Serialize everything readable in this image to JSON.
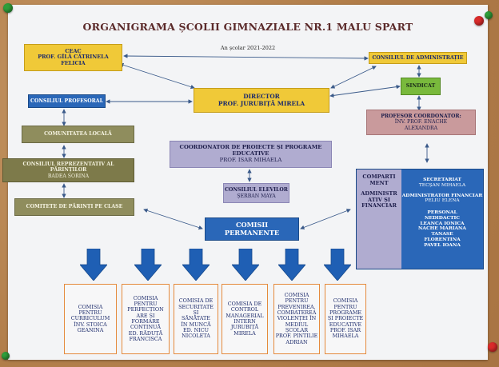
{
  "title": "ORGANIGRAMA ȘCOLII GIMNAZIALE NR.1 MALU SPART",
  "school_year": "An școlar 2021-2022",
  "ceac": {
    "line1": "CEAC",
    "line2": "PROF. GÎLĂ CĂTRINELA",
    "line3": "FELICIA"
  },
  "consiliul_administratie": "CONSILIUL DE ADMINISTRAȚIE",
  "sindicat": "SINDICAT",
  "consiliul_profesoral": "CONSILIUL PROFESORAL",
  "director": {
    "line1": "DIRECTOR",
    "line2": "PROF. JURUBIȚĂ MIRELA"
  },
  "profesor_coordonator": {
    "line1": "PROFESOR COORDONATOR:",
    "line2": "ÎNV. PROF. ENACHE",
    "line3": "ALEXANDRA"
  },
  "comunitatea_locala": "COMUNITATEA LOCALĂ",
  "coordonator_proiecte": {
    "line1": "COORDONATOR DE PROIECTE ȘI PROGRAME",
    "line2": "EDUCATIVE",
    "line3": "PROF. ISAR MIHAELA"
  },
  "consiliul_parintilor": {
    "line1": "CONSILIUL REPREZENTATIV AL",
    "line2": "PĂRINȚILOR",
    "line3": "BADEA SORINA"
  },
  "consiliul_elevilor": {
    "line1": "CONSILIUL ELEVILOR",
    "line2": "ȘERBAN MAYA"
  },
  "comitete_parinti": "COMITETE DE PĂRINȚI PE CLASE",
  "comisii_permanente": {
    "line1": "COMISII",
    "line2": "PERMANENTE"
  },
  "compartiment": {
    "left_lines": [
      "COMPARTI",
      "MENT",
      "",
      "ADMINISTR",
      "ATIV ȘI",
      "FINANCIAR"
    ],
    "secretariat": {
      "line1": "SECRETARIAT",
      "line2": "TECȘAN MIHAELA"
    },
    "admin_financiar": {
      "line1": "ADMINISTRATOR FINANCIAR",
      "line2": "PELIU ELENA"
    },
    "personal": [
      "PERSONAL",
      "NEDIDACTIC",
      "LEANCA IONICA",
      "NACHE MARIANA",
      "TANASE",
      "FLORENTINA",
      "PAVEL IOANA"
    ]
  },
  "comisii": [
    {
      "lines": [
        "COMISIA",
        "PENTRU",
        "CURRICULUM",
        "ÎNV. STOICA",
        "GEANINA"
      ]
    },
    {
      "lines": [
        "COMISIA",
        "PENTRU",
        "PERFECȚION",
        "ARE ȘI",
        "FORMARE",
        "CONTINUĂ",
        "ED. RĂDUȚĂ",
        "FRANCISCA"
      ]
    },
    {
      "lines": [
        "COMISIA DE",
        "SECURITATE",
        "ȘI",
        "SĂNĂTATE",
        "ÎN MUNCĂ",
        "ED. NICU",
        "NICOLETA"
      ]
    },
    {
      "lines": [
        "COMISIA DE",
        "CONTROL",
        "MANAGERIAL",
        "INTERN",
        "JURUBIȚĂ",
        "MIRELA"
      ]
    },
    {
      "lines": [
        "COMISIA",
        "PENTRU",
        "PREVENIREA,",
        "COMBATEREA",
        "VIOLENȚEI ÎN",
        "MEDIUL",
        "ȘCOLAR",
        "PROF. PINTILIE",
        "ADRIAN"
      ]
    },
    {
      "lines": [
        "COMISIA",
        "PENTRU",
        "PROGRAME",
        "ȘI PROIECTE",
        "EDUCATIVE",
        "PROF. ISAR",
        "MIHAELA"
      ]
    }
  ],
  "colors": {
    "yellow": "#f0c938",
    "blue": "#2a67b8",
    "green": "#79b93c",
    "olive": "#8f8d5d",
    "mauve": "#c99a9c",
    "lavender": "#b0acd0",
    "comisii_border": "#e58a3c"
  }
}
